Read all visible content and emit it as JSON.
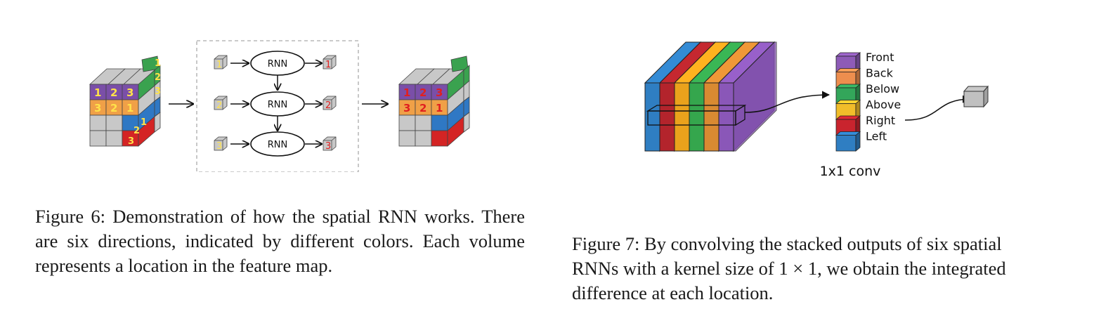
{
  "figure6": {
    "rnn_label": "RNN",
    "input_numbers": [
      "1",
      "2",
      "3"
    ],
    "output_numbers": [
      "1",
      "2",
      "3"
    ],
    "face_numbers_row1": [
      "1",
      "2",
      "3"
    ],
    "face_numbers_row2": [
      "3",
      "2",
      "1"
    ],
    "side_numbers_green": [
      "1",
      "2",
      "3"
    ],
    "side_numbers_blue": [
      "1",
      "2",
      "3"
    ],
    "out_face_row1": [
      "1",
      "2",
      "3"
    ],
    "out_face_row2": [
      "3",
      "2",
      "1"
    ],
    "caption": "Figure 6: Demonstration of how the spatial RNN works. There are six directions, indicated by different colors. Each volume represents a location in the feature map.",
    "colors": {
      "purple": "#7a4fa8",
      "orange": "#f0a047",
      "green": "#3aa24f",
      "blue": "#2f78c4",
      "red": "#d42424",
      "yellow": "#e8b82a",
      "gray": "#c8c8c8"
    }
  },
  "figure7": {
    "legend": [
      "Front",
      "Back",
      "Below",
      "Above",
      "Right",
      "Left"
    ],
    "legend_colors": [
      "#8e5bb7",
      "#ee8e4e",
      "#33a65a",
      "#f1bd2a",
      "#c9242e",
      "#2f7ec2"
    ],
    "slab_colors": [
      "#2f7ec2",
      "#b3242c",
      "#eaa21c",
      "#35a64d",
      "#d98a32",
      "#8a57b8"
    ],
    "conv_label": "1x1 conv",
    "caption_line1": "Figure 7: By convolving the stacked outputs of six spatial",
    "caption_line2": "RNNs with a kernel size of 1 × 1, we obtain the integrated",
    "caption_line3": "difference at each location."
  }
}
